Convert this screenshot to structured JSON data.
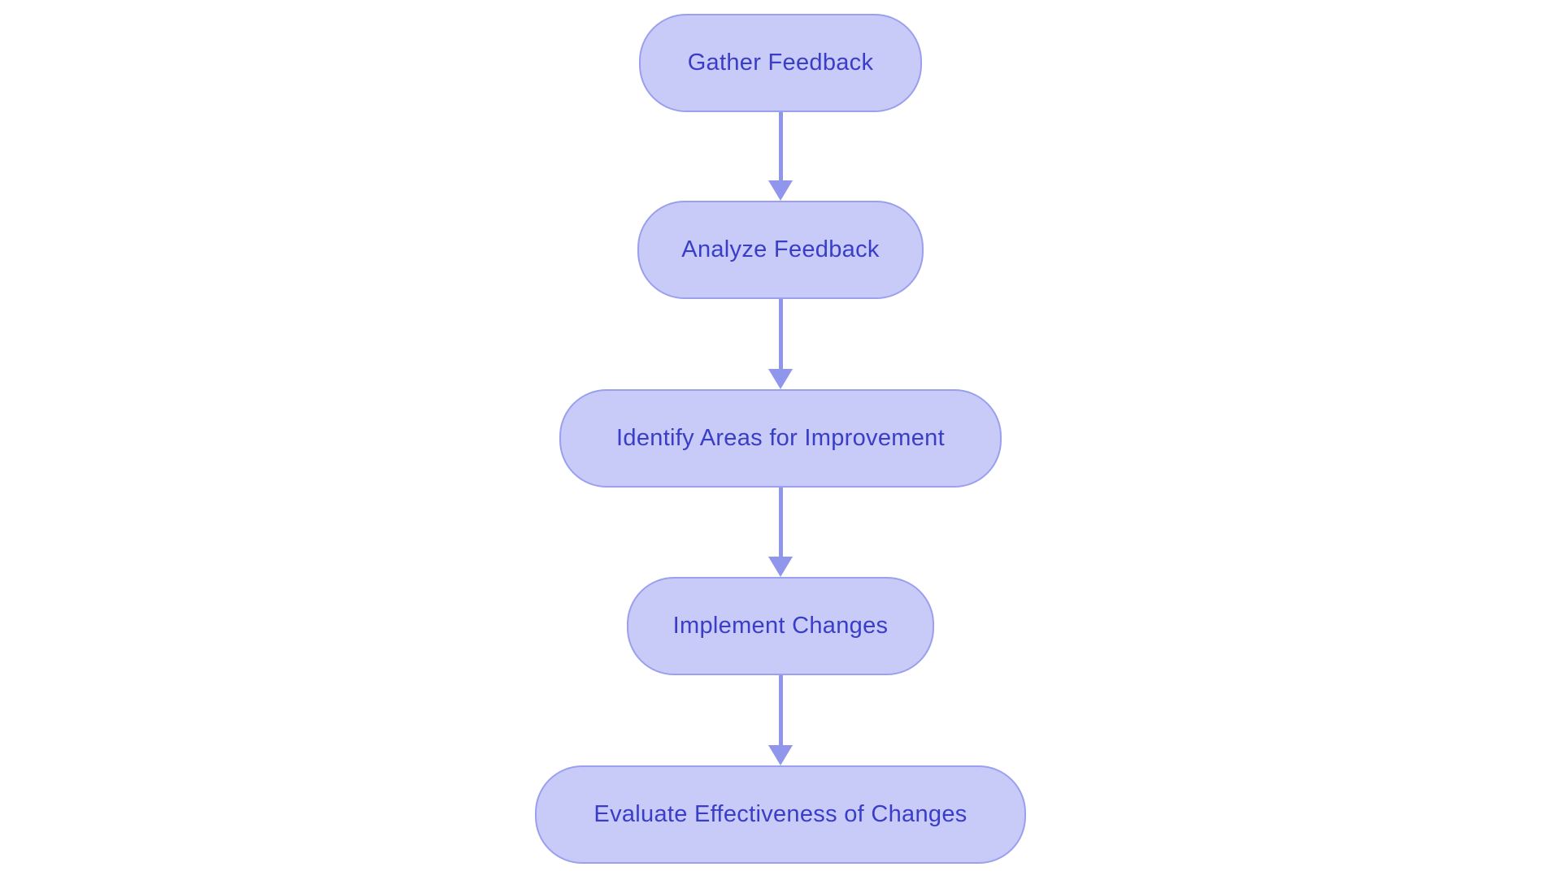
{
  "flowchart": {
    "type": "flowchart",
    "direction": "top-to-bottom",
    "colors": {
      "background": "#ffffff",
      "node_fill": "#c8caf8",
      "node_border": "#9a9fee",
      "node_text": "#3a3ec6",
      "arrow": "#9096ec"
    },
    "nodes": [
      {
        "id": "gather-feedback",
        "label": "Gather Feedback"
      },
      {
        "id": "analyze-feedback",
        "label": "Analyze Feedback"
      },
      {
        "id": "identify-areas",
        "label": "Identify Areas for Improvement"
      },
      {
        "id": "implement-changes",
        "label": "Implement Changes"
      },
      {
        "id": "evaluate-effectiveness",
        "label": "Evaluate Effectiveness of Changes"
      }
    ],
    "edges": [
      {
        "from": "gather-feedback",
        "to": "analyze-feedback"
      },
      {
        "from": "analyze-feedback",
        "to": "identify-areas"
      },
      {
        "from": "identify-areas",
        "to": "implement-changes"
      },
      {
        "from": "implement-changes",
        "to": "evaluate-effectiveness"
      }
    ]
  }
}
